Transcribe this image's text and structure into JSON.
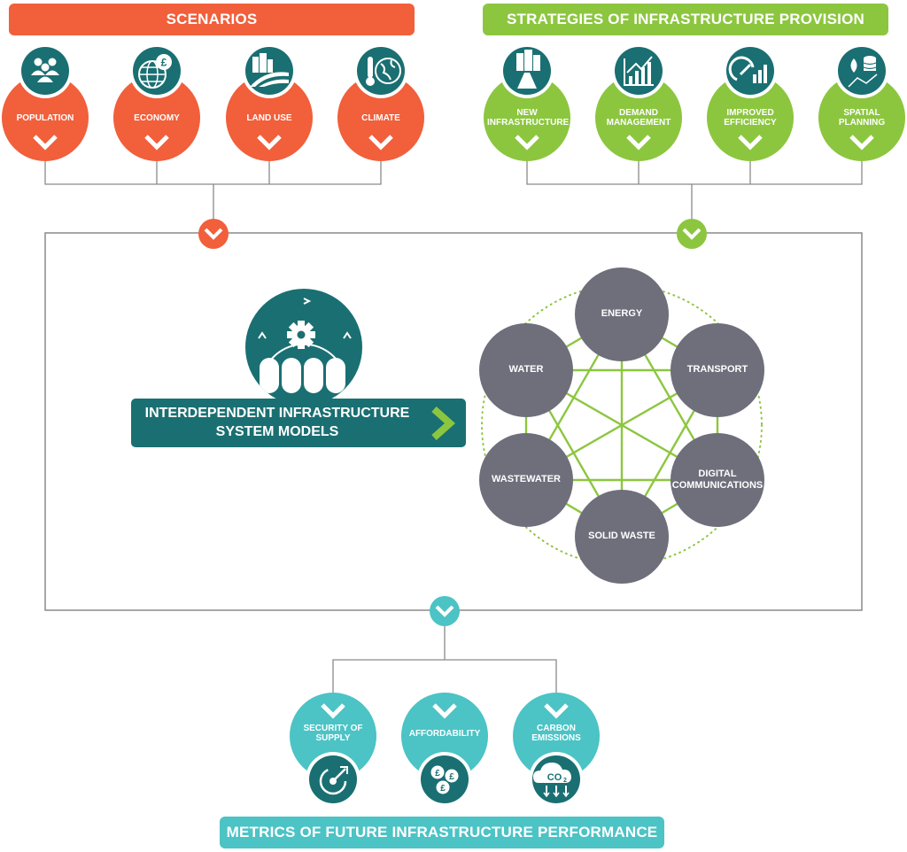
{
  "scenarios": {
    "title": "SCENARIOS",
    "items": [
      {
        "label": "POPULATION",
        "icon": "population-icon"
      },
      {
        "label": "ECONOMY",
        "icon": "economy-icon"
      },
      {
        "label": "LAND USE",
        "icon": "land-use-icon"
      },
      {
        "label": "CLIMATE",
        "icon": "climate-icon"
      }
    ]
  },
  "strategies": {
    "title": "STRATEGIES OF INFRASTRUCTURE PROVISION",
    "items": [
      {
        "label_1": "NEW",
        "label_2": "INFRASTRUCTURE",
        "icon": "new-infrastructure-icon"
      },
      {
        "label_1": "DEMAND",
        "label_2": "MANAGEMENT",
        "icon": "demand-management-icon"
      },
      {
        "label_1": "IMPROVED",
        "label_2": "EFFICIENCY",
        "icon": "improved-efficiency-icon"
      },
      {
        "label_1": "SPATIAL",
        "label_2": "PLANNING",
        "icon": "spatial-planning-icon"
      }
    ]
  },
  "model": {
    "line_1": "INTERDEPENDENT INFRASTRUCTURE",
    "line_2": "SYSTEM MODELS",
    "icon": "system-model-icon"
  },
  "network": {
    "nodes": [
      {
        "id": "energy",
        "label_1": "ENERGY",
        "label_2": ""
      },
      {
        "id": "transport",
        "label_1": "TRANSPORT",
        "label_2": ""
      },
      {
        "id": "digital",
        "label_1": "DIGITAL",
        "label_2": "COMMUNICATIONS"
      },
      {
        "id": "solid-waste",
        "label_1": "SOLID WASTE",
        "label_2": ""
      },
      {
        "id": "wastewater",
        "label_1": "WASTEWATER",
        "label_2": ""
      },
      {
        "id": "water",
        "label_1": "WATER",
        "label_2": ""
      }
    ]
  },
  "metrics": {
    "title": "METRICS OF FUTURE INFRASTRUCTURE PERFORMANCE",
    "items": [
      {
        "label_1": "SECURITY OF",
        "label_2": "SUPPLY",
        "icon": "security-of-supply-icon"
      },
      {
        "label_1": "AFFORDABILITY",
        "label_2": "",
        "icon": "affordability-icon"
      },
      {
        "label_1": "CARBON",
        "label_2": "EMISSIONS",
        "icon": "carbon-emissions-icon",
        "icon_text": "CO2"
      }
    ]
  },
  "colors": {
    "orange": "#f15f3b",
    "green": "#8cc63f",
    "teal": "#4cc3c5",
    "dark_teal": "#1a6f72",
    "node_grey": "#6e6f7b",
    "connector_grey": "#8a8a8a"
  }
}
